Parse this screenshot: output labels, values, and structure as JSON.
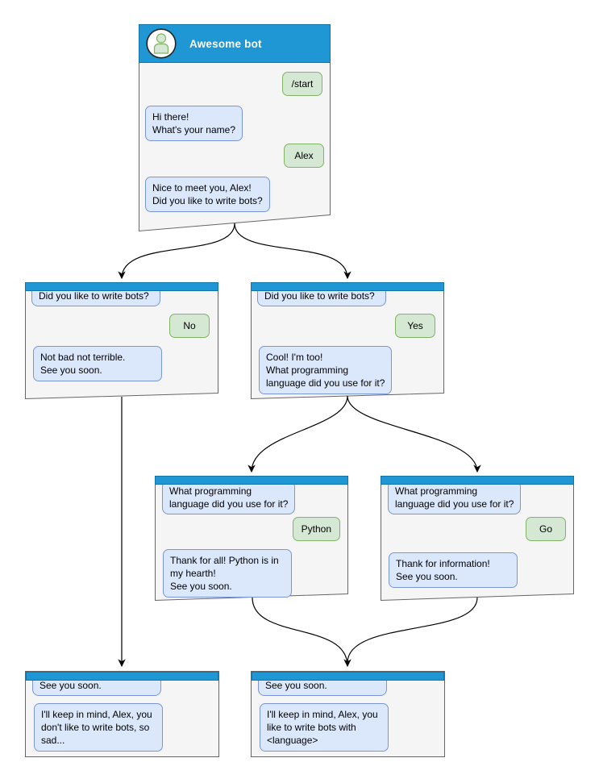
{
  "colors": {
    "header_blue": "#1f97d4",
    "header_blue_border": "#1273a8",
    "window_bg": "#f5f5f5",
    "window_border": "#666666",
    "bot_bubble_fill": "#dbe8fc",
    "bot_bubble_border": "#7a96d9",
    "user_bubble_fill": "#d5e8d4",
    "user_bubble_border": "#82b366",
    "arrow_color": "#000000",
    "title_color": "#ffffff"
  },
  "main_window": {
    "title": "Awesome bot",
    "avatar_icon": "user-icon",
    "messages": {
      "start_command": "/start",
      "greeting": "Hi there!\nWhat's your name?",
      "name_reply": "Alex",
      "meet": "Nice to meet you, Alex!\nDid you like to write bots?"
    }
  },
  "branch_no": {
    "question": "Did you like to write bots?",
    "answer": "No",
    "response": "Not bad not terrible.\nSee you soon."
  },
  "branch_yes": {
    "question": "Did you like to write bots?",
    "answer": "Yes",
    "response": "Cool! I'm too!\nWhat programming\nlanguage did you use for it?"
  },
  "branch_python": {
    "question": "What programming\nlanguage did you use for it?",
    "answer": "Python",
    "response": "Thank for all! Python is in\nmy hearth!\nSee you soon."
  },
  "branch_go": {
    "question": "What programming\nlanguage did you use for it?",
    "answer": "Go",
    "response": "Thank for information!\nSee you soon."
  },
  "end_no": {
    "question": "See you soon.",
    "response": "I'll keep in mind, Alex, you\ndon't like to write bots, so\nsad..."
  },
  "end_yes": {
    "question": "See you soon.",
    "response": "I'll keep in mind, Alex, you\nlike to write bots with\n<language>"
  }
}
